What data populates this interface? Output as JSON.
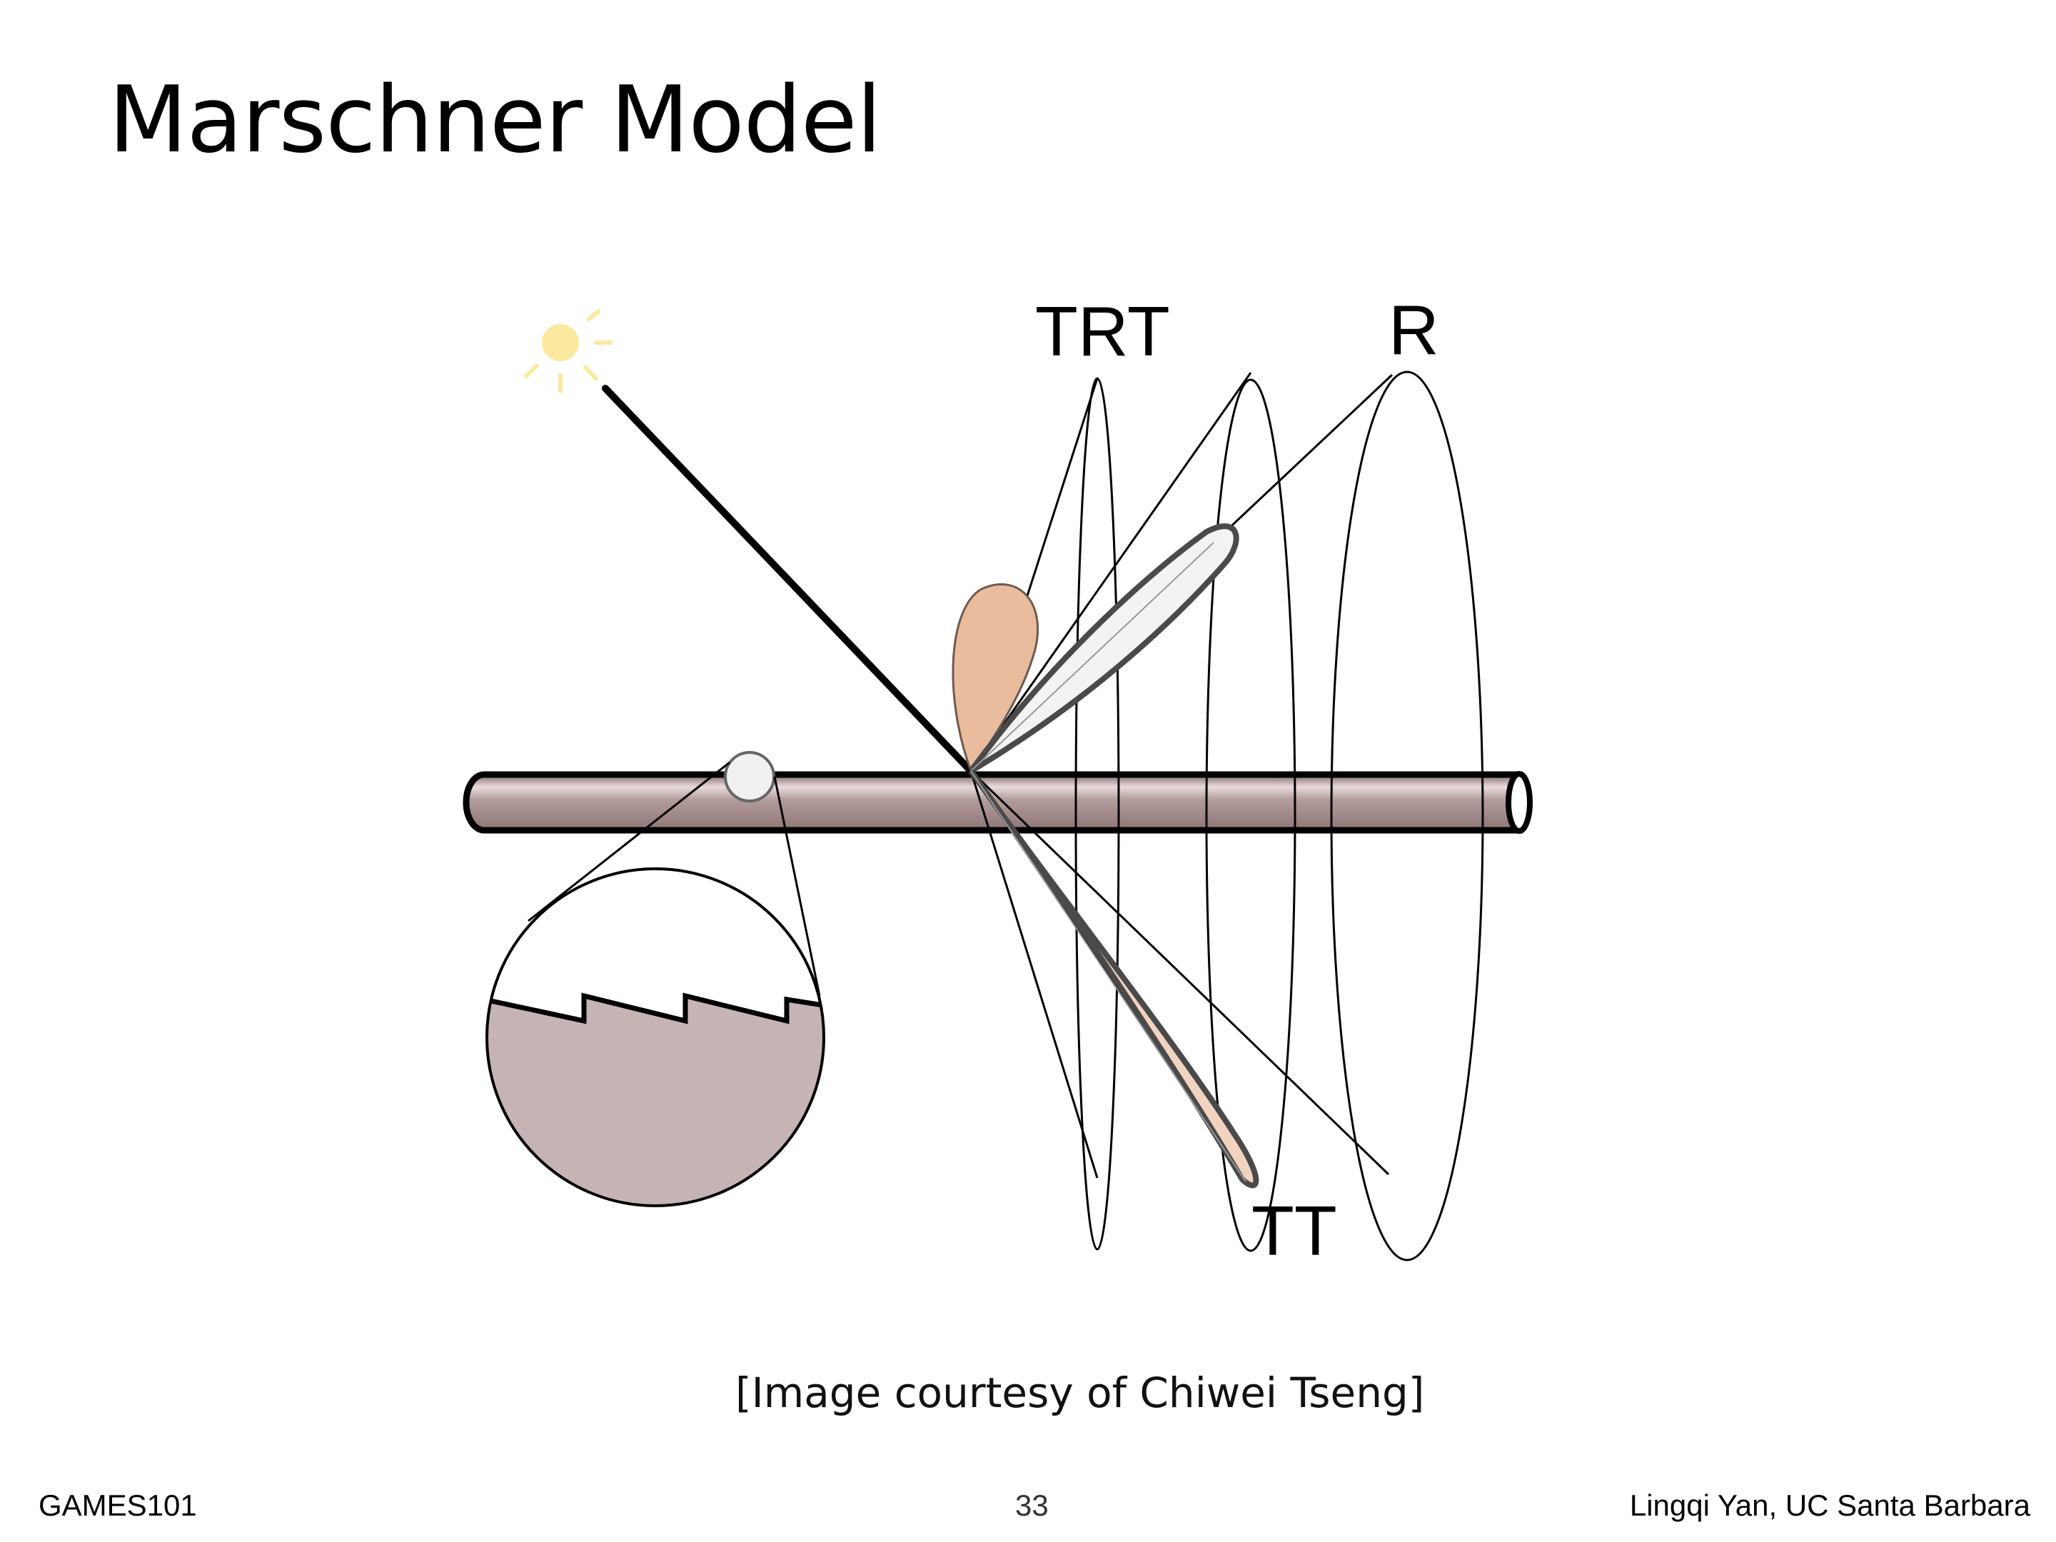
{
  "slide": {
    "title": "Marschner Model",
    "caption": "[Image courtesy of Chiwei Tseng]",
    "footer": {
      "course": "GAMES101",
      "page_number": "33",
      "author": "Lingqi Yan, UC Santa Barbara"
    }
  },
  "diagram": {
    "labels": {
      "trt": "TRT",
      "r": "R",
      "tt": "TT"
    },
    "colors": {
      "hair_fiber": "#a58c8c",
      "cuticle_fill": "#c6b4b4",
      "lobe_trt": "#e8bc9c",
      "lobe_tt": "#f1d3c0",
      "lobe_r": "#f3f3f3",
      "light_source": "#fce9a0"
    },
    "icons": [
      "light-source-icon"
    ]
  }
}
